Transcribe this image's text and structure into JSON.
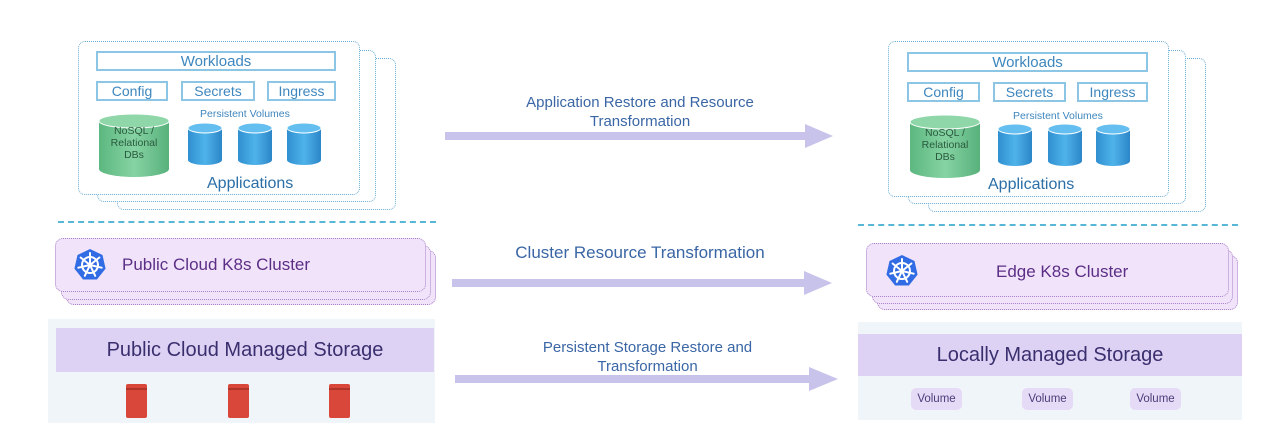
{
  "source": {
    "app": {
      "workloads": "Workloads",
      "config": "Config",
      "secrets": "Secrets",
      "ingress": "Ingress",
      "persistent_volumes": "Persistent Volumes",
      "db_line1": "NoSQL /",
      "db_line2": "Relational",
      "db_line3": "DBs",
      "applications": "Applications"
    },
    "cluster": "Public Cloud K8s Cluster",
    "storage": "Public Cloud Managed Storage"
  },
  "target": {
    "app": {
      "workloads": "Workloads",
      "config": "Config",
      "secrets": "Secrets",
      "ingress": "Ingress",
      "persistent_volumes": "Persistent Volumes",
      "db_line1": "NoSQL /",
      "db_line2": "Relational",
      "db_line3": "DBs",
      "applications": "Applications"
    },
    "cluster": "Edge K8s Cluster",
    "storage": "Locally Managed Storage",
    "volumes": [
      "Volume",
      "Volume",
      "Volume"
    ]
  },
  "arrows": {
    "app_restore_line1": "Application Restore and Resource",
    "app_restore_line2": "Transformation",
    "cluster_transform": "Cluster Resource Transformation",
    "storage_restore_line1": "Persistent Storage Restore and",
    "storage_restore_line2": "Transformation"
  },
  "colors": {
    "app_border": "#8cc6e4",
    "db_green": "#6ec38d",
    "cylinder_blue": "#3a9fd9",
    "cluster_fill": "#f1e4fa",
    "storage_bar": "#ddd2f4",
    "arrow": "#c7c3ea",
    "disk_red": "#d9473b",
    "k8s_blue": "#326ce5"
  }
}
